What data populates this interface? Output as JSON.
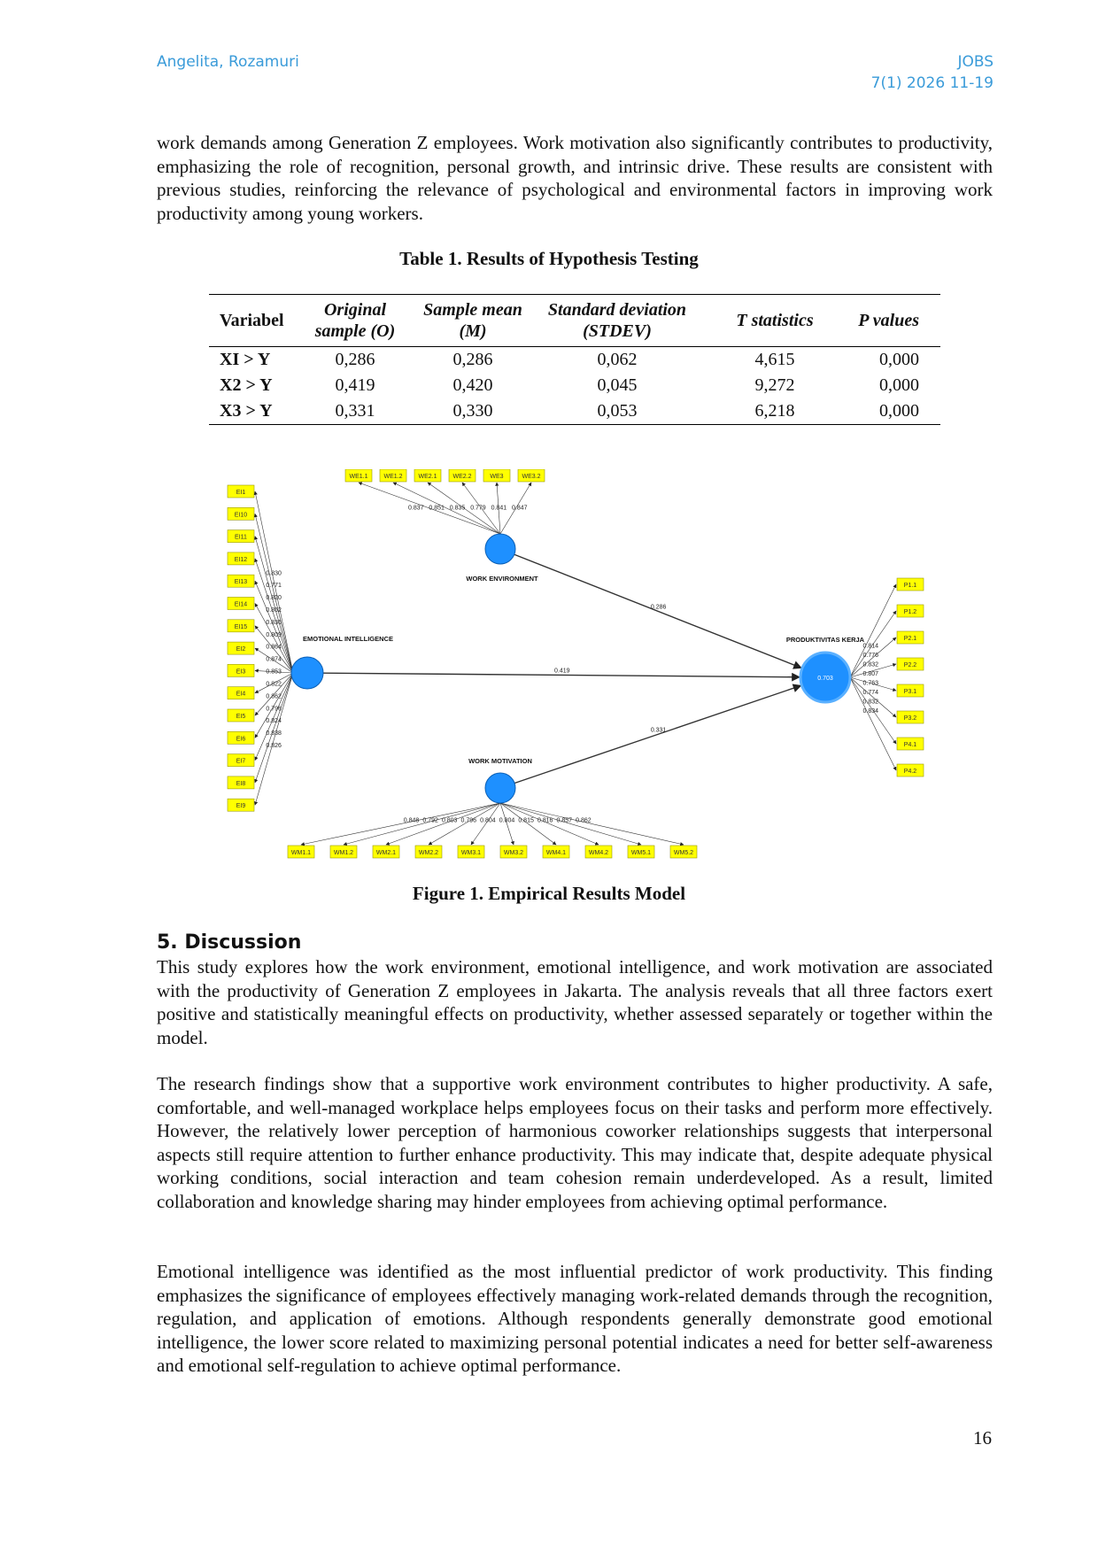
{
  "header": {
    "authors": "Angelita, Rozamuri",
    "journal": "JOBS",
    "issue": "7(1) 2026 11-19"
  },
  "intro_paragraph": "work demands among Generation Z employees. Work motivation also significantly contributes to productivity, emphasizing the role of recognition, personal growth, and intrinsic drive. These results are consistent with previous studies, reinforcing the relevance of psychological and environmental factors in improving work productivity among young workers.",
  "table": {
    "caption": "Table 1. Results of Hypothesis Testing",
    "headers": [
      "Variabel",
      "Original sample (O)",
      "Sample mean (M)",
      "Standard deviation (STDEV)",
      "T statistics",
      "P values"
    ],
    "rows": [
      [
        "XI > Y",
        "0,286",
        "0,286",
        "0,062",
        "4,615",
        "0,000"
      ],
      [
        "X2 > Y",
        "0,419",
        "0,420",
        "0,045",
        "9,272",
        "0,000"
      ],
      [
        "X3 > Y",
        "0,331",
        "0,330",
        "0,053",
        "6,218",
        "0,000"
      ]
    ]
  },
  "figure": {
    "caption": "Figure 1. Empirical Results Model",
    "constructs": {
      "ei": "EMOTIONAL INTELLIGENCE",
      "we": "WORK ENVIRONMENT",
      "wm": "WORK MOTIVATION",
      "pk": "PRODUKTIVITAS KERJA",
      "pk_r2": "0.703"
    },
    "path_coefficients": {
      "we_pk": "0.286",
      "ei_pk": "0.419",
      "wm_pk": "0.331"
    },
    "ei_indicators": [
      "EI1",
      "EI10",
      "EI11",
      "EI12",
      "EI13",
      "EI14",
      "EI15",
      "EI2",
      "EI3",
      "EI4",
      "EI5",
      "EI6",
      "EI7",
      "EI8",
      "EI9"
    ],
    "ei_loadings": [
      "0.830",
      "0.771",
      "0.820",
      "0.862",
      "0.836",
      "0.809",
      "0.864",
      "0.874",
      "0.853",
      "0.822",
      "0.862",
      "0.796",
      "0.824",
      "0.838",
      "0.826"
    ],
    "we_indicators": [
      "WE1.1",
      "WE1.2",
      "WE2.1",
      "WE2.2",
      "WE3",
      "WE3.2"
    ],
    "we_loadings": [
      "0.837",
      "0.851",
      "0.835",
      "0.779",
      "0.841",
      "0.847"
    ],
    "wm_indicators": [
      "WM1.1",
      "WM1.2",
      "WM2.1",
      "WM2.2",
      "WM3.1",
      "WM3.2",
      "WM4.1",
      "WM4.2",
      "WM5.1",
      "WM5.2"
    ],
    "wm_loadings": [
      "0.848",
      "0.792",
      "0.803",
      "0.796",
      "0.804",
      "0.804",
      "0.815",
      "0.816",
      "0.857",
      "0.862"
    ],
    "pk_indicators": [
      "P1.1",
      "P1.2",
      "P2.1",
      "P2.2",
      "P3.1",
      "P3.2",
      "P4.1",
      "P4.2"
    ],
    "pk_loadings": [
      "0.814",
      "0.776",
      "0.832",
      "0.807",
      "0.763",
      "0.774",
      "0.832",
      "0.834"
    ]
  },
  "discussion": {
    "heading": "5. Discussion",
    "paragraphs": [
      "This study explores how the work environment, emotional intelligence, and work motivation are associated with the productivity of Generation Z employees in Jakarta. The analysis reveals that all three factors exert positive and statistically meaningful effects on productivity, whether assessed separately or together within the model.",
      "The research findings show that a supportive work environment contributes to higher productivity. A safe, comfortable, and well-managed workplace helps employees focus on their tasks and perform more effectively. However, the relatively lower perception of harmonious coworker relationships suggests that interpersonal aspects still require attention to further enhance productivity. This may indicate that, despite adequate physical working conditions, social interaction and team cohesion remain underdeveloped. As a result, limited collaboration and knowledge sharing may hinder employees from achieving optimal performance.",
      "Emotional intelligence was identified as the most influential predictor of work productivity. This finding emphasizes the significance of employees effectively managing work-related demands through the recognition, regulation, and application of emotions. Although respondents generally demonstrate good emotional intelligence, the lower score related to maximizing personal potential indicates a need for better self-awareness and emotional self-regulation to achieve optimal performance."
    ]
  },
  "page_number": "16"
}
